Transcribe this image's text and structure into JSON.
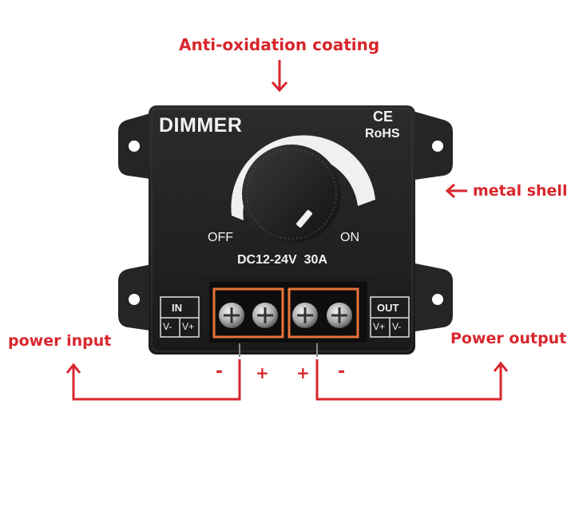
{
  "annotations": {
    "top_label": "Anti-oxidation coating",
    "right_label": "metal shell",
    "left_label": "power input",
    "right_bottom_label": "Power output"
  },
  "device": {
    "brand_label": "DIMMER",
    "cert_ce": "CE",
    "cert_rohs": "RoHS",
    "off_label": "OFF",
    "on_label": "ON",
    "rating": "DC12-24V  30A",
    "in_label": "IN",
    "in_terminals": [
      "V-",
      "V+"
    ],
    "out_label": "OUT",
    "out_terminals": [
      "V+",
      "V-"
    ]
  },
  "polarity": {
    "in_minus": "-",
    "in_plus": "+",
    "out_plus": "+",
    "out_minus": "-"
  },
  "colors": {
    "annotation": "#d8262d",
    "shell": "#222222",
    "terminal_highlight": "#e8733a"
  }
}
